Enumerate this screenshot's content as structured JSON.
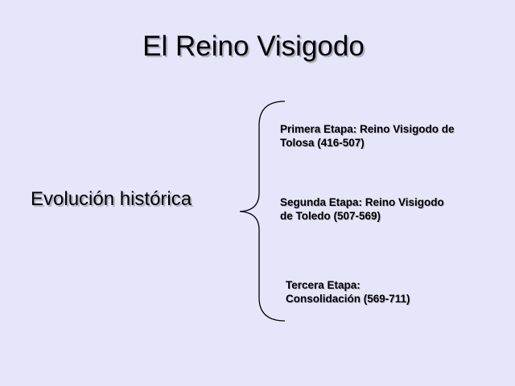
{
  "slide": {
    "title": "El Reino Visigodo",
    "topic": "Evolución histórica",
    "stages": [
      {
        "line1": "Primera Etapa: Reino Visigodo de",
        "line2": "Tolosa (416-507)"
      },
      {
        "line1": "Segunda Etapa: Reino Visigodo",
        "line2": "de Toledo (507-569)"
      },
      {
        "line1": "Tercera Etapa:",
        "line2": "Consolidación (569-711)"
      }
    ],
    "colors": {
      "background": "#e6e6fa",
      "text": "#000000"
    }
  }
}
